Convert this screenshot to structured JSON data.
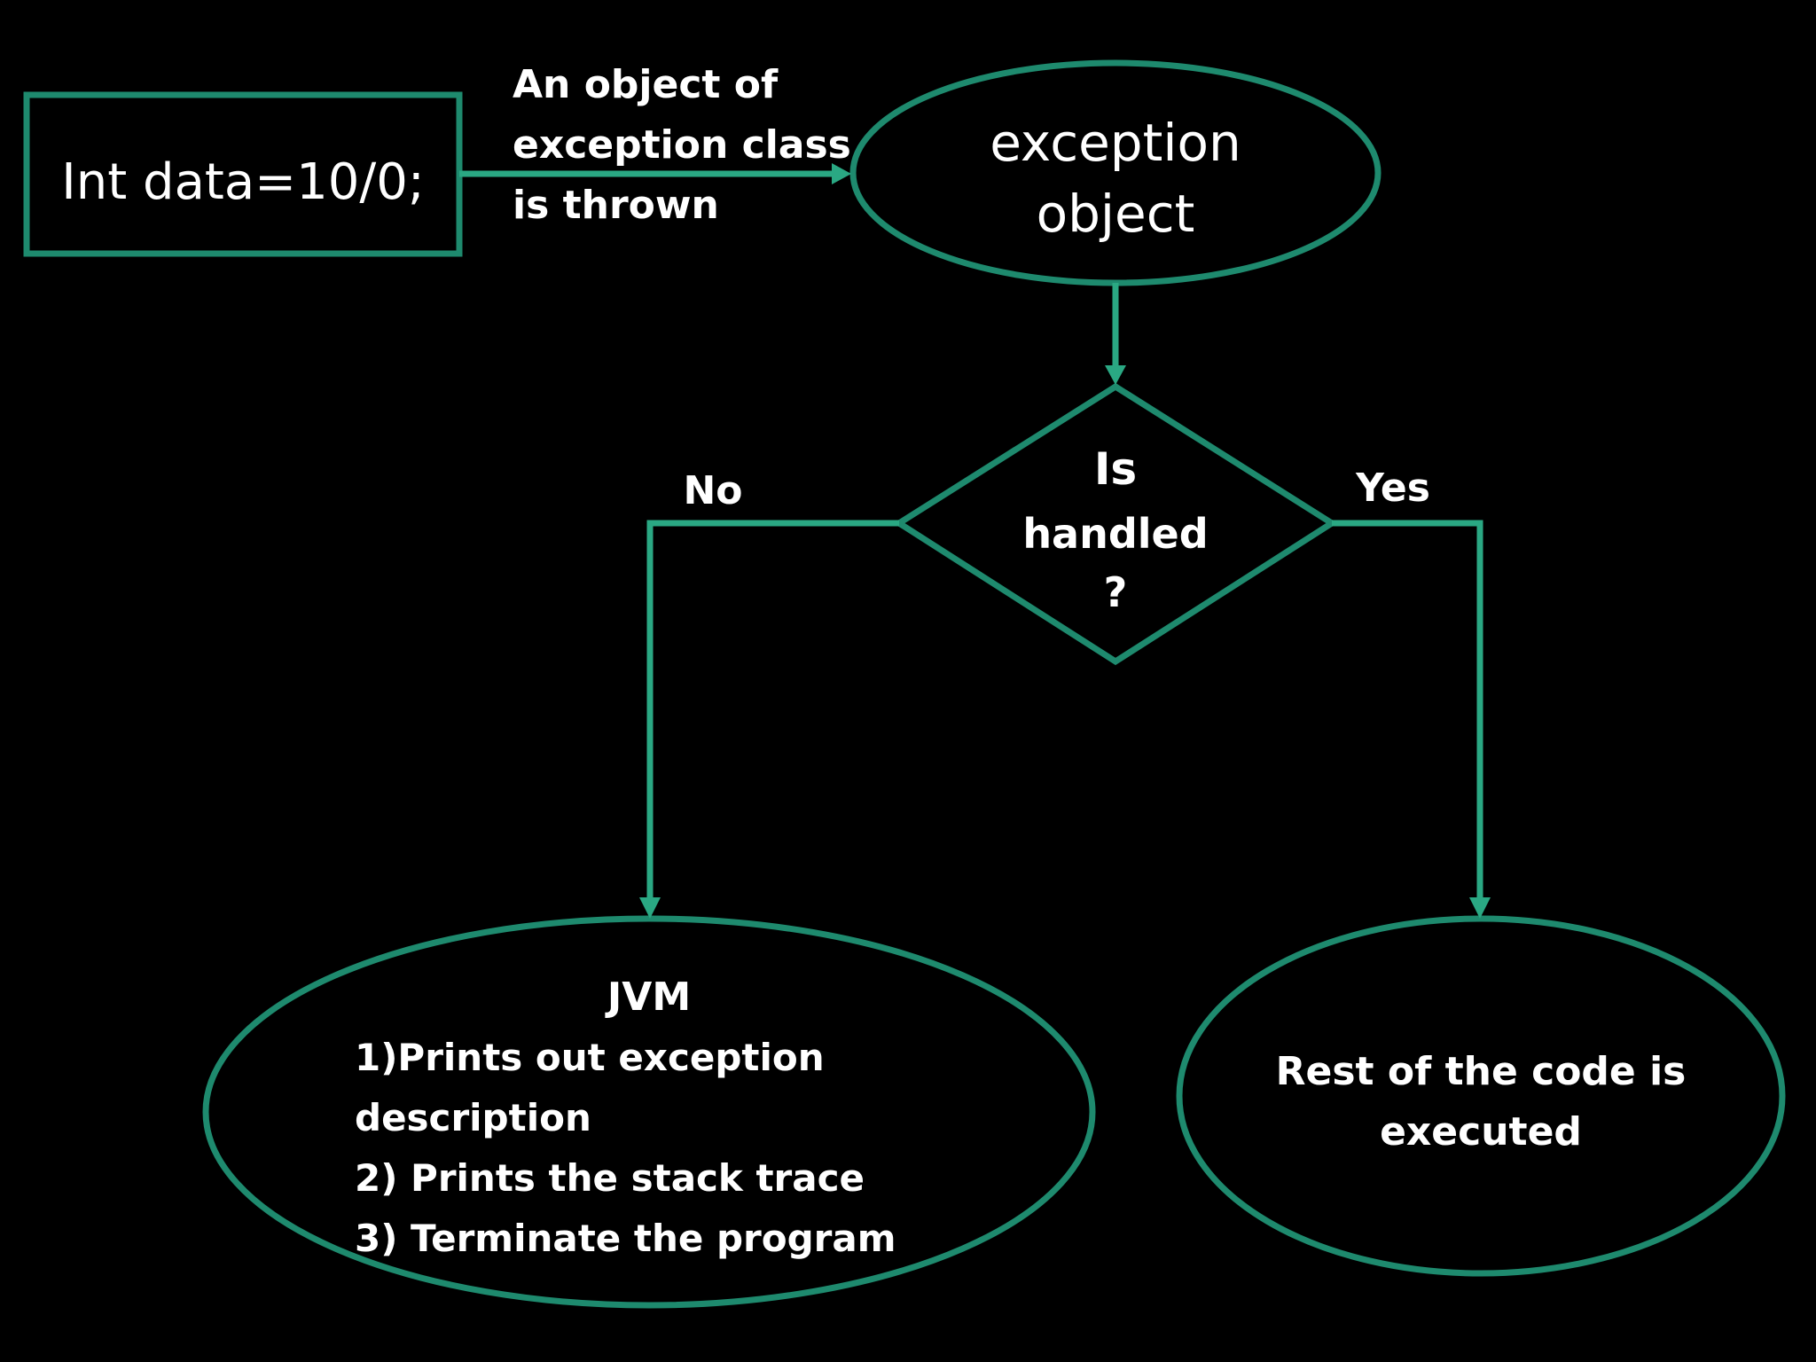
{
  "colors": {
    "background": "#000000",
    "shape_stroke": "#1e8a6e",
    "connector_stroke": "#2aa883",
    "text": "#ffffff"
  },
  "nodes": {
    "statement": {
      "text": "Int data=10/0;"
    },
    "exception_object": {
      "lines": [
        "exception",
        "object"
      ]
    },
    "decision": {
      "lines": [
        "Is",
        "handled",
        "?"
      ]
    },
    "jvm": {
      "title": "JVM",
      "lines": [
        "1)Prints out exception",
        "description",
        "2) Prints the stack trace",
        "3) Terminate the program"
      ]
    },
    "rest": {
      "lines": [
        "Rest of the code is",
        "executed"
      ]
    }
  },
  "edges": {
    "throw": {
      "lines": [
        "An object of",
        "exception class",
        "is thrown"
      ]
    },
    "no": {
      "label": "No"
    },
    "yes": {
      "label": "Yes"
    }
  }
}
